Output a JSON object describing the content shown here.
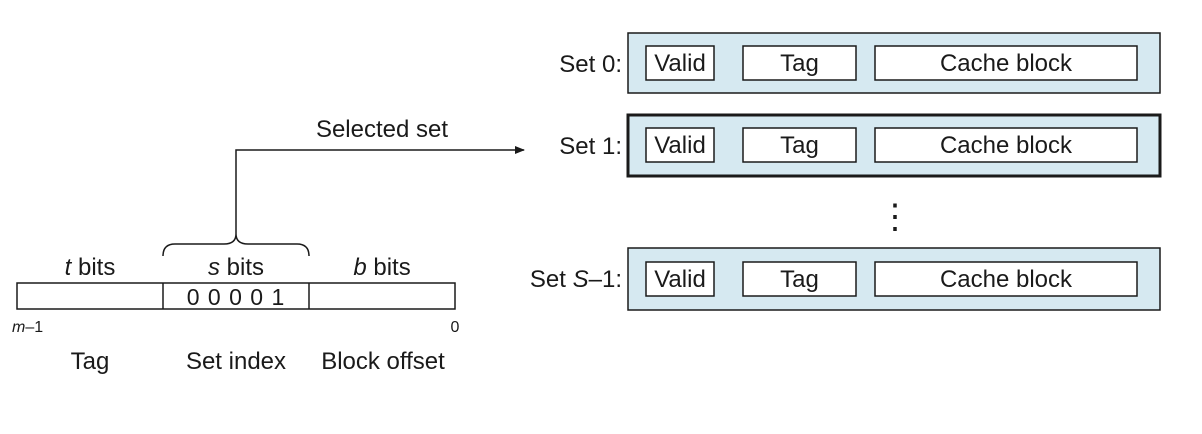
{
  "address": {
    "fields": [
      {
        "var": "t",
        "suffix": " bits",
        "name": "Tag",
        "value": ""
      },
      {
        "var": "s",
        "suffix": " bits",
        "name": "Set index",
        "value": "0 0 0 0 1"
      },
      {
        "var": "b",
        "suffix": " bits",
        "name": "Block offset",
        "value": ""
      }
    ],
    "msb_label": {
      "var": "m",
      "rest": "–1"
    },
    "lsb_label": "0"
  },
  "selection": {
    "label": "Selected set",
    "target_set_index": 1
  },
  "sets": [
    {
      "label": "Set 0:",
      "selected": false
    },
    {
      "label": "Set 1:",
      "selected": true
    },
    {
      "label_prefix": "Set ",
      "label_var": "S",
      "label_suffix": "–1:",
      "selected": false
    }
  ],
  "set_fields": [
    "Valid",
    "Tag",
    "Cache block"
  ],
  "ellipsis": "⋮",
  "colors": {
    "set_fill": "#d6e9f1",
    "field_fill": "#ffffff",
    "stroke": "#1a1a1a"
  }
}
